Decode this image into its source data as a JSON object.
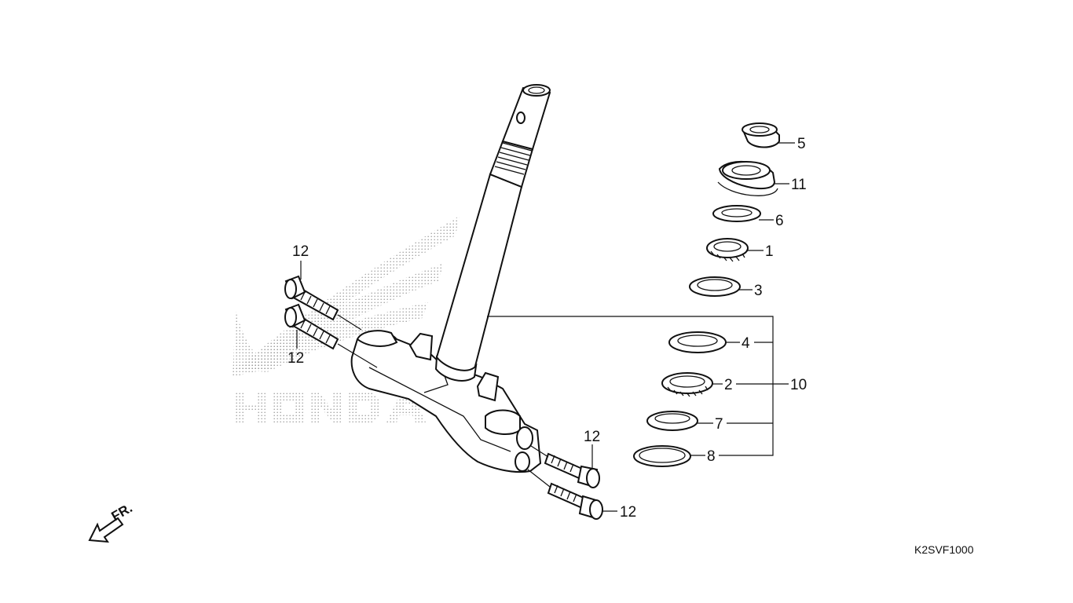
{
  "diagram": {
    "part_code": "K2SVF1000",
    "direction_label": "FR.",
    "watermark_text": "HONDA",
    "watermark_color": "#9a9a9a",
    "line_color": "#111111",
    "callouts": {
      "c1": "1",
      "c2": "2",
      "c3": "3",
      "c4": "4",
      "c5": "5",
      "c6": "6",
      "c7": "7",
      "c8": "8",
      "c10": "10",
      "c11": "11",
      "c12a": "12",
      "c12b": "12",
      "c12c": "12",
      "c12d": "12"
    }
  }
}
